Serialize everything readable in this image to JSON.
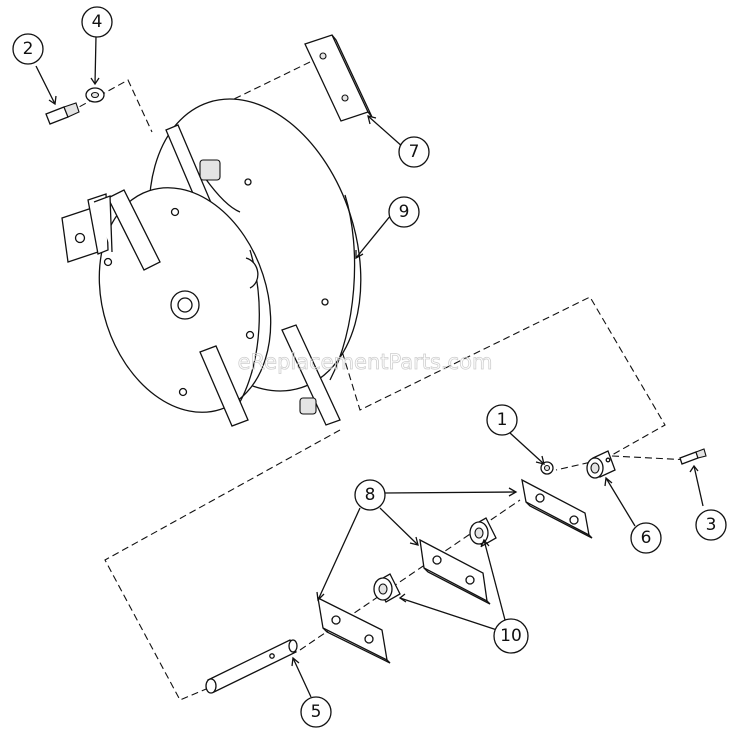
{
  "watermark": "eReplacementParts.com",
  "callouts": [
    {
      "number": "1"
    },
    {
      "number": "2"
    },
    {
      "number": "3"
    },
    {
      "number": "4"
    },
    {
      "number": "5"
    },
    {
      "number": "6"
    },
    {
      "number": "7"
    },
    {
      "number": "8"
    },
    {
      "number": "9"
    },
    {
      "number": "10"
    }
  ]
}
